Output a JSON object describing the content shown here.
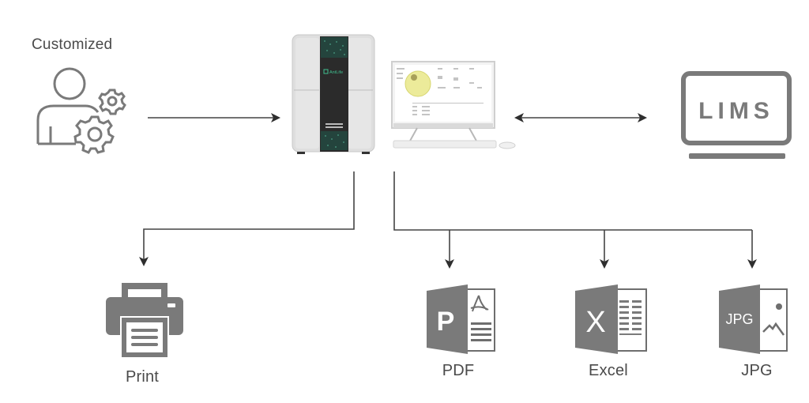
{
  "diagram": {
    "title": "Instrument data flow",
    "nodes": {
      "customized": {
        "label": "Customized",
        "icon": "user-settings-icon"
      },
      "instrument": {
        "label": "",
        "icon": "analyzer-instrument-icon",
        "brand_text": "AntLife"
      },
      "computer": {
        "label": "",
        "icon": "desktop-computer-icon"
      },
      "lims": {
        "label": "LIMS",
        "icon": "monitor-icon"
      },
      "print": {
        "label": "Print",
        "icon": "printer-icon"
      },
      "pdf": {
        "label": "PDF",
        "icon": "pdf-file-icon",
        "glyph": "P"
      },
      "excel": {
        "label": "Excel",
        "icon": "excel-file-icon",
        "glyph": "X"
      },
      "jpg": {
        "label": "JPG",
        "icon": "jpg-file-icon",
        "glyph": "JPG"
      }
    },
    "edges": [
      {
        "from": "customized",
        "to": "instrument",
        "direction": "one-way"
      },
      {
        "from": "computer",
        "to": "lims",
        "direction": "two-way"
      },
      {
        "from": "instrument",
        "to": "print",
        "direction": "one-way"
      },
      {
        "from": "computer",
        "to": "pdf",
        "direction": "one-way"
      },
      {
        "from": "computer",
        "to": "excel",
        "direction": "one-way"
      },
      {
        "from": "computer",
        "to": "jpg",
        "direction": "one-way"
      }
    ],
    "colors": {
      "icon_gray": "#7a7a7a",
      "line": "#3a3a3a",
      "instrument_panel": "#2b2b2b",
      "instrument_body": "#dcdcdc",
      "screen_accent": "#e9e98a",
      "logo_green": "#3fbf8f"
    }
  }
}
